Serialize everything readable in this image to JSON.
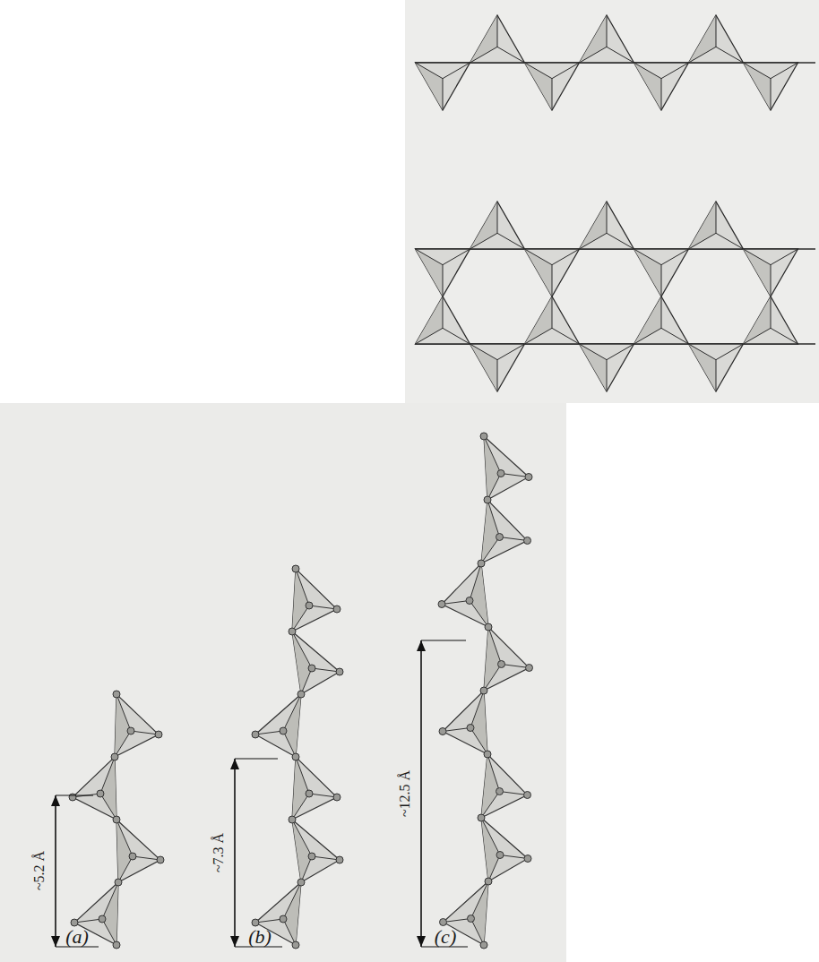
{
  "diagram": {
    "labels": [
      "~5.2 Å",
      "~7.3 Å",
      "~12.5 Å",
      "(a)",
      "(b)",
      "(c)"
    ]
  }
}
